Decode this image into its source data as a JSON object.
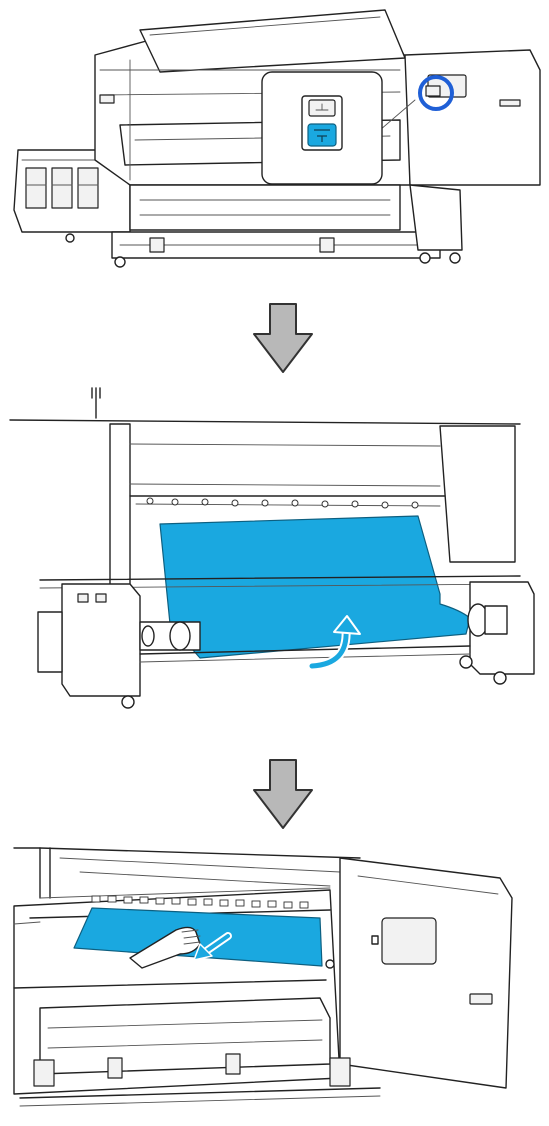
{
  "colors": {
    "media": "#1aa8e0",
    "highlight": "#1f5fd6",
    "arrow": "#b8b8b8",
    "button": "#1aa8e0"
  },
  "icons": {
    "step_arrow": "down-arrow-icon",
    "rotate": "curved-arrow-icon",
    "pull": "pull-arrow-icon"
  },
  "steps": [
    {
      "image": "printer-front-with-control-panel-callout"
    },
    {
      "image": "take-up-roll-rotation"
    },
    {
      "image": "pulling-media-on-platen"
    }
  ]
}
